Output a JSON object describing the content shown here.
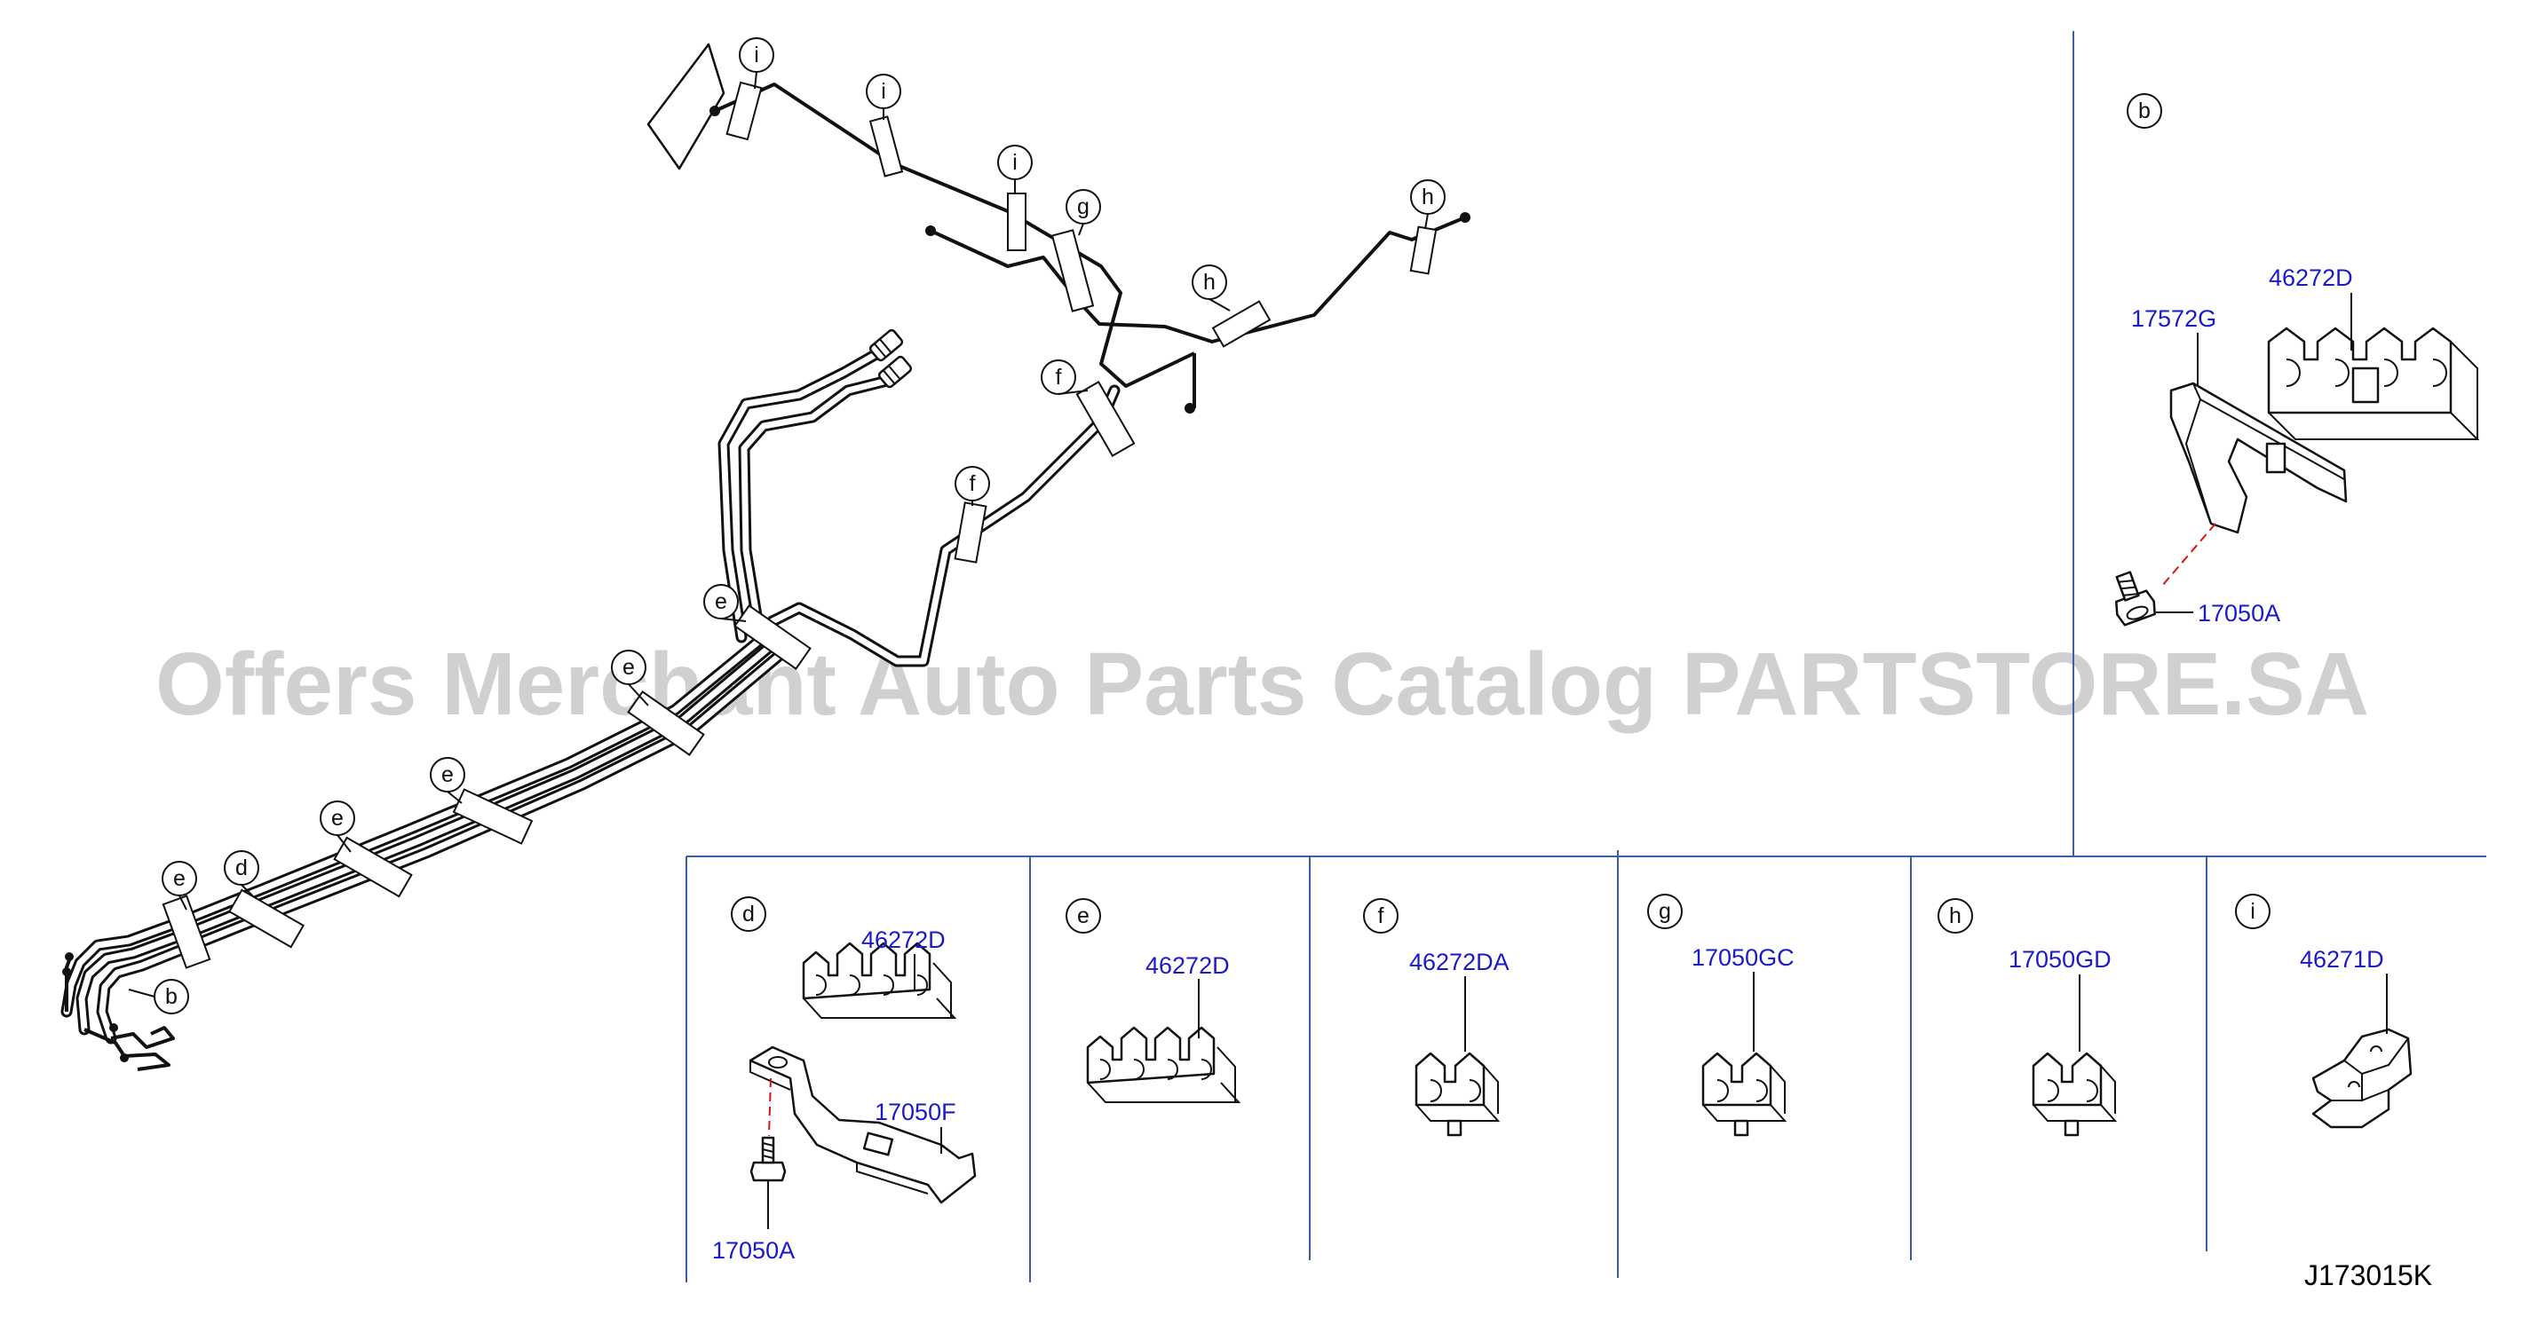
{
  "watermark": "Offers Merchant Auto Parts Catalog PARTSTORE.SA",
  "reference_code": "J173015K",
  "main_view_callouts": {
    "i1": "i",
    "i2": "i",
    "i3": "i",
    "g1": "g",
    "h1": "h",
    "h2": "h",
    "f1": "f",
    "f2": "f",
    "e1": "e",
    "e2": "e",
    "e3": "e",
    "e4": "e",
    "e5": "e",
    "d1": "d",
    "b1": "b"
  },
  "detail_b": {
    "letter": "b",
    "parts": {
      "p1": "46272D",
      "p2": "17572G",
      "p3": "17050A"
    }
  },
  "detail_d": {
    "letter": "d",
    "parts": {
      "p1": "46272D",
      "p2": "17050F",
      "p3": "17050A"
    }
  },
  "detail_e": {
    "letter": "e",
    "parts": {
      "p1": "46272D"
    }
  },
  "detail_f": {
    "letter": "f",
    "parts": {
      "p1": "46272DA"
    }
  },
  "detail_g": {
    "letter": "g",
    "parts": {
      "p1": "17050GC"
    }
  },
  "detail_h": {
    "letter": "h",
    "parts": {
      "p1": "17050GD"
    }
  },
  "detail_i": {
    "letter": "i",
    "parts": {
      "p1": "46271D"
    }
  }
}
